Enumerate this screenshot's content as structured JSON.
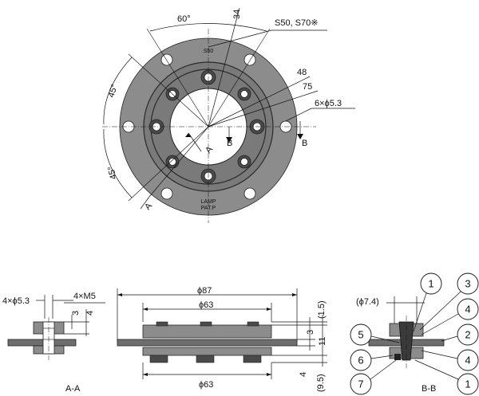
{
  "plan_view": {
    "dimensions": {
      "angle_60": "60°",
      "angle_45_upper": "45°",
      "angle_45_lower": "45°",
      "dim_34": "34",
      "dim_48": "48",
      "dim_75": "75",
      "holes": "6×ϕ5.3",
      "models": "S50, S70※"
    },
    "section_marks": {
      "a": "A",
      "b": "B"
    },
    "engraving": {
      "top": "S50",
      "logo": "LAMP",
      "bottom": "PAT.P"
    }
  },
  "section_aa": {
    "caption": "A-A",
    "dim_holes": "4×ϕ5.3",
    "dim_thread": "4×M5",
    "dim_3": "3",
    "dim_4": "4"
  },
  "side_view": {
    "dim_87": "ϕ87",
    "dim_63_top": "ϕ63",
    "dim_63_bottom": "ϕ63",
    "dim_1_5": "(1.5)",
    "dim_3": "3",
    "dim_11": "11",
    "dim_4": "4",
    "dim_9_5": "(9.5)"
  },
  "section_bb": {
    "caption": "B-B",
    "dim_7_4": "(ϕ7.4)",
    "callouts": [
      "1",
      "3",
      "4",
      "2",
      "5",
      "6",
      "4",
      "7",
      "1"
    ]
  }
}
